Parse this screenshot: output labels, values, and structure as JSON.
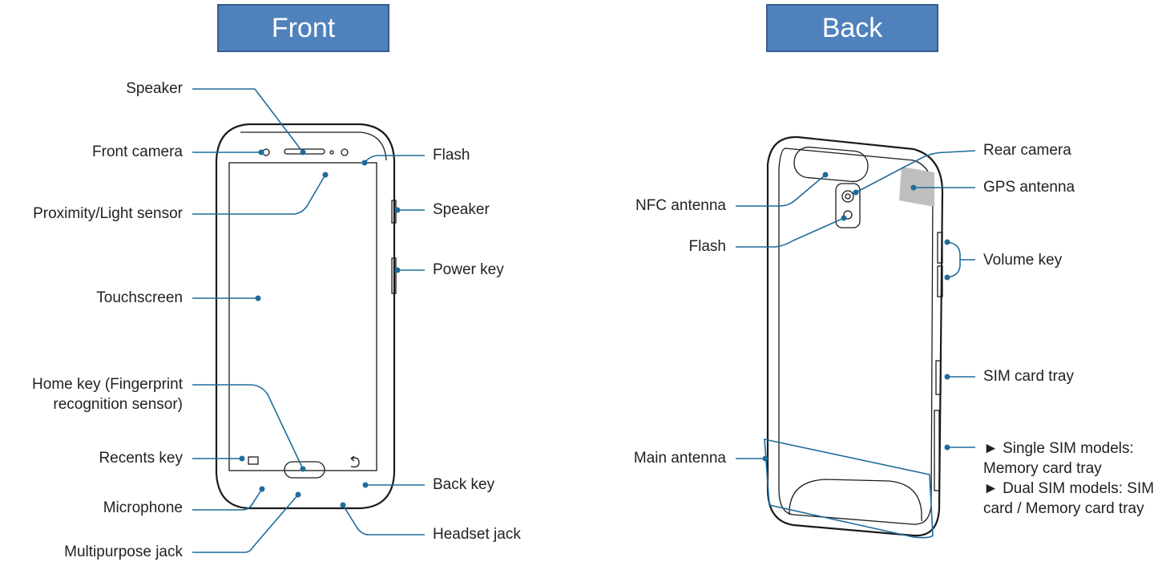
{
  "titles": {
    "front": "Front",
    "back": "Back"
  },
  "front_labels": {
    "speaker_top": "Speaker",
    "front_camera": "Front camera",
    "proximity_sensor": "Proximity/Light sensor",
    "touchscreen": "Touchscreen",
    "home_key_1": "Home key (Fingerprint",
    "home_key_2": "recognition sensor)",
    "recents_key": "Recents key",
    "microphone": "Microphone",
    "multipurpose_jack": "Multipurpose jack",
    "flash": "Flash",
    "speaker_side": "Speaker",
    "power_key": "Power key",
    "back_key": "Back key",
    "headset_jack": "Headset jack"
  },
  "back_labels": {
    "nfc_antenna": "NFC antenna",
    "flash": "Flash",
    "main_antenna": "Main antenna",
    "rear_camera": "Rear camera",
    "gps_antenna": "GPS antenna",
    "volume_key": "Volume key",
    "sim_tray": "SIM card tray",
    "single_sim_1": "► Single SIM models:",
    "single_sim_2": "Memory card tray",
    "dual_sim_1": "► Dual SIM models: SIM",
    "dual_sim_2": "card / Memory card tray"
  },
  "colors": {
    "banner": "#4f81bd",
    "leader": "#1f6b9c",
    "gps_area": "#bfbfbf"
  }
}
